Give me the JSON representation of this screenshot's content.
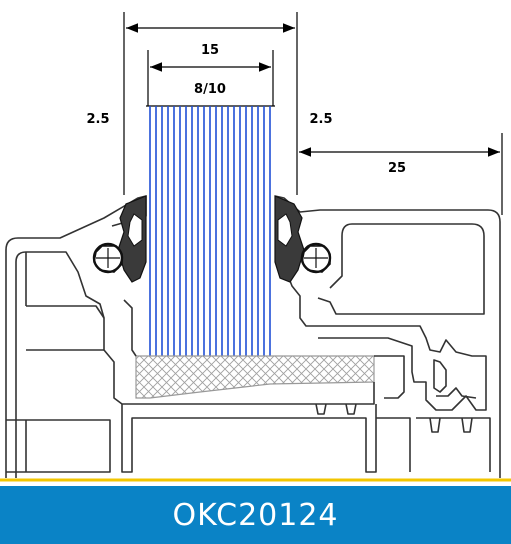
{
  "dimensions": {
    "overall_width": "15",
    "glass_thickness": "8/10",
    "left_clearance": "2.5",
    "right_clearance": "2.5",
    "frame_offset": "25"
  },
  "product_code": "OKC20124",
  "colors": {
    "glass_lines": "#1f4fd6",
    "profile_outline": "#333333",
    "gasket": "#222222",
    "mesh": "#999999",
    "floor_line": "#f2c500",
    "banner": "#0a83c6",
    "banner_text": "#ffffff"
  }
}
